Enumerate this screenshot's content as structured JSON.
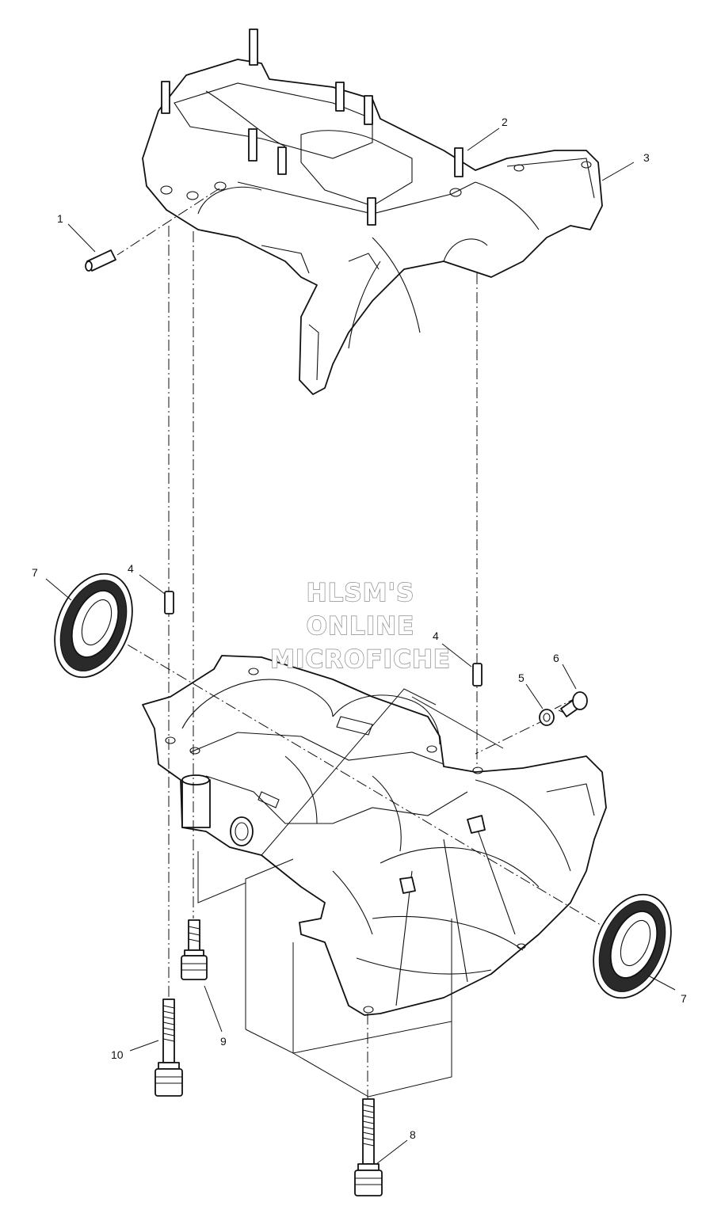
{
  "watermark": {
    "line1": "HLSM'S",
    "line2": "ONLINE",
    "line3": "MICROFICHE"
  },
  "callouts": [
    {
      "id": "c1",
      "label": "1"
    },
    {
      "id": "c2",
      "label": "2"
    },
    {
      "id": "c3",
      "label": "3"
    },
    {
      "id": "c4a",
      "label": "4"
    },
    {
      "id": "c4b",
      "label": "4"
    },
    {
      "id": "c5",
      "label": "5"
    },
    {
      "id": "c6",
      "label": "6"
    },
    {
      "id": "c7a",
      "label": "7"
    },
    {
      "id": "c7b",
      "label": "7"
    },
    {
      "id": "c8",
      "label": "8"
    },
    {
      "id": "c9",
      "label": "9"
    },
    {
      "id": "c10",
      "label": "10"
    }
  ]
}
